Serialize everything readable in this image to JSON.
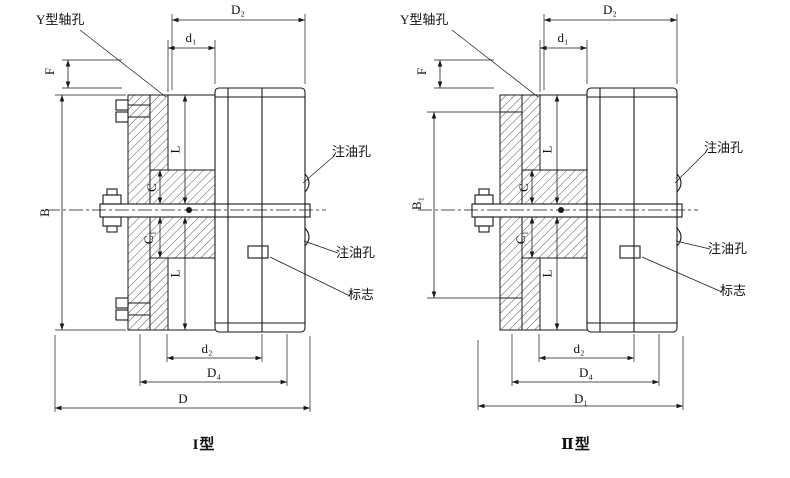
{
  "colors": {
    "line": "#1a1a1a",
    "background": "#ffffff"
  },
  "type1": {
    "caption": "I型",
    "callouts": {
      "shaft_hole": "Y型轴孔",
      "oil_hole_top": "注油孔",
      "oil_hole_bottom": "注油孔",
      "mark": "标志"
    },
    "dims": {
      "D2": "D₂",
      "d1": "d₁",
      "F": "F",
      "B": "B",
      "L_top": "L",
      "C": "C",
      "C1": "C₁",
      "L_bottom": "L",
      "d2": "d₂",
      "D4": "D₄",
      "D": "D"
    }
  },
  "type2": {
    "caption": "Ⅱ型",
    "callouts": {
      "shaft_hole": "Y型轴孔",
      "oil_hole_top": "注油孔",
      "oil_hole_bottom": "注油孔",
      "mark": "标志"
    },
    "dims": {
      "D2": "D₂",
      "d1": "d₁",
      "F": "F",
      "B1": "B₁",
      "L_top": "L",
      "C": "C",
      "C1": "C₁",
      "L_bottom": "L",
      "d2": "d₂",
      "D4": "D₄",
      "D1": "D₁"
    }
  }
}
